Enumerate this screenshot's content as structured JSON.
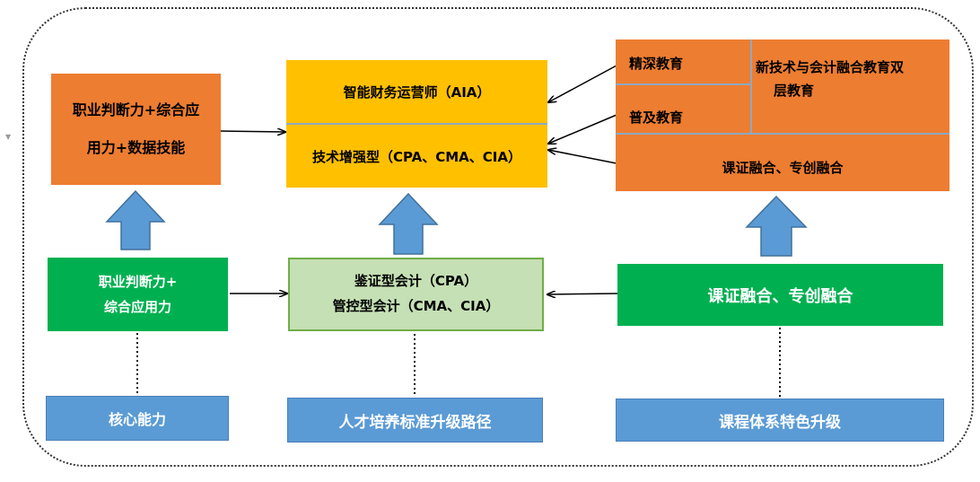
{
  "top_row": {
    "left_box": {
      "line1": "职业判断力+综合应",
      "line2": "用力+数据技能"
    },
    "center_box": {
      "top": "智能财务运营师（AIA）",
      "bottom": "技术增强型（CPA、CMA、CIA）"
    },
    "right_box": {
      "deep": "精深教育",
      "popular": "普及教育",
      "new_tech_line1": "新技术与会计融合教育双",
      "new_tech_line2": "层教育",
      "fusion": "课证融合、专创融合"
    }
  },
  "middle_row": {
    "left_box": {
      "line1": "职业判断力+",
      "line2": "综合应用力"
    },
    "center_box": {
      "line1": "鉴证型会计（CPA）",
      "line2": "管控型会计（CMA、CIA）"
    },
    "right_box": {
      "label": "课证融合、专创融合"
    }
  },
  "bottom_row": {
    "left": "核心能力",
    "center": "人才培养标准升级路径",
    "right": "课程体系特色升级"
  },
  "colors": {
    "orange": "#ED7D31",
    "yellow": "#FFC000",
    "green": "#00B050",
    "light_green": "#C5E0B4",
    "blue": "#5B9BD5"
  }
}
